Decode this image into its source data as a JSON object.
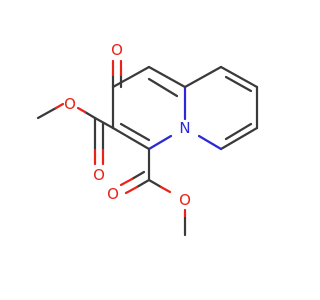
{
  "molecule": {
    "atoms": {
      "n1": {
        "symbol": "N",
        "color": "#2b2bd6"
      },
      "o_keto": {
        "symbol": "O",
        "color": "#e8241a"
      },
      "o_ester1_carbonyl": {
        "symbol": "O",
        "color": "#e8241a"
      },
      "o_ester1_ether": {
        "symbol": "O",
        "color": "#e8241a"
      },
      "o_ester2_carbonyl": {
        "symbol": "O",
        "color": "#e8241a"
      },
      "o_ester2_ether": {
        "symbol": "O",
        "color": "#e8241a"
      }
    },
    "colors": {
      "bond": "#3a3a3a",
      "background": "#ffffff"
    }
  }
}
